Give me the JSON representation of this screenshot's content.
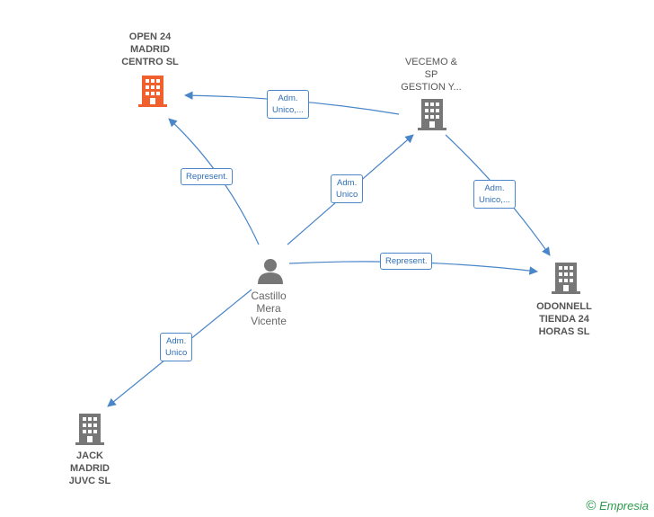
{
  "colors": {
    "edge": "#4a86c8",
    "highlight_company": "#f0602c",
    "company": "#777777",
    "person": "#777777"
  },
  "nodes": {
    "open24": {
      "label": "OPEN 24\nMADRID\nCENTRO  SL",
      "icon": "building-icon",
      "highlighted": true
    },
    "vecemo": {
      "label": "VECEMO &\nSP\nGESTION Y...",
      "icon": "building-icon"
    },
    "castillo": {
      "label": "Castillo\nMera\nVicente",
      "icon": "person-icon"
    },
    "odonnell": {
      "label": "ODONNELL\nTIENDA 24\nHORAS  SL",
      "icon": "building-icon"
    },
    "jack": {
      "label": "JACK\nMADRID\nJUVC  SL",
      "icon": "building-icon"
    }
  },
  "edges": {
    "vecemo_open24": "Adm.\nUnico,...",
    "castillo_open24": "Represent.",
    "castillo_vecemo": "Adm.\nUnico",
    "vecemo_odonnell": "Adm.\nUnico,...",
    "castillo_odonnell": "Represent.",
    "castillo_jack": "Adm.\nUnico"
  },
  "footer": {
    "copyright": "©",
    "brand": "Empresia"
  }
}
